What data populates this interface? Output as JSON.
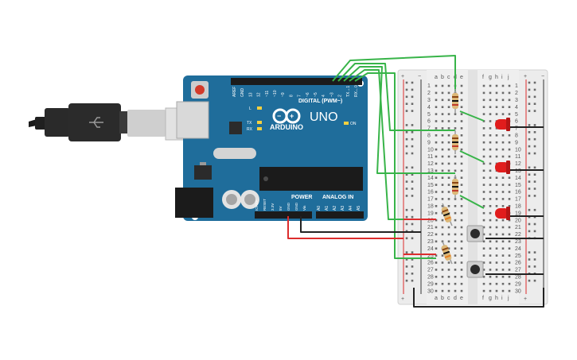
{
  "arduino": {
    "brand": "ARDUINO",
    "model": "UNO",
    "digital_header_label": "DIGITAL (PWM~)",
    "power_label": "POWER",
    "analog_label": "ANALOG IN",
    "led_labels": [
      "L",
      "TX",
      "RX"
    ],
    "on_label": "ON",
    "top_pins": [
      "AREF",
      "GND",
      "13",
      "12",
      "~11",
      "~10",
      "~9",
      "8",
      "7",
      "~6",
      "~5",
      "4",
      "~3",
      "2",
      "TX→1",
      "RX←0"
    ],
    "power_pins": [
      "IOREF",
      "RESET",
      "3.3V",
      "5V",
      "GND",
      "GND",
      "Vin"
    ],
    "analog_pins": [
      "A0",
      "A1",
      "A2",
      "A3",
      "A4",
      "A5"
    ]
  },
  "breadboard": {
    "columns_left": [
      "a",
      "b",
      "c",
      "d",
      "e"
    ],
    "columns_right": [
      "f",
      "g",
      "h",
      "i",
      "j"
    ],
    "row_count": 30,
    "rail_plus": "+",
    "rail_minus": "−"
  },
  "colors": {
    "board": "#1f6d9b",
    "breadboard": "#ececec",
    "wire_green": "#38b449",
    "wire_red": "#dc2d2d",
    "wire_black": "#222222",
    "led_red": "#e11d1d",
    "resistor": "#dcb878"
  }
}
